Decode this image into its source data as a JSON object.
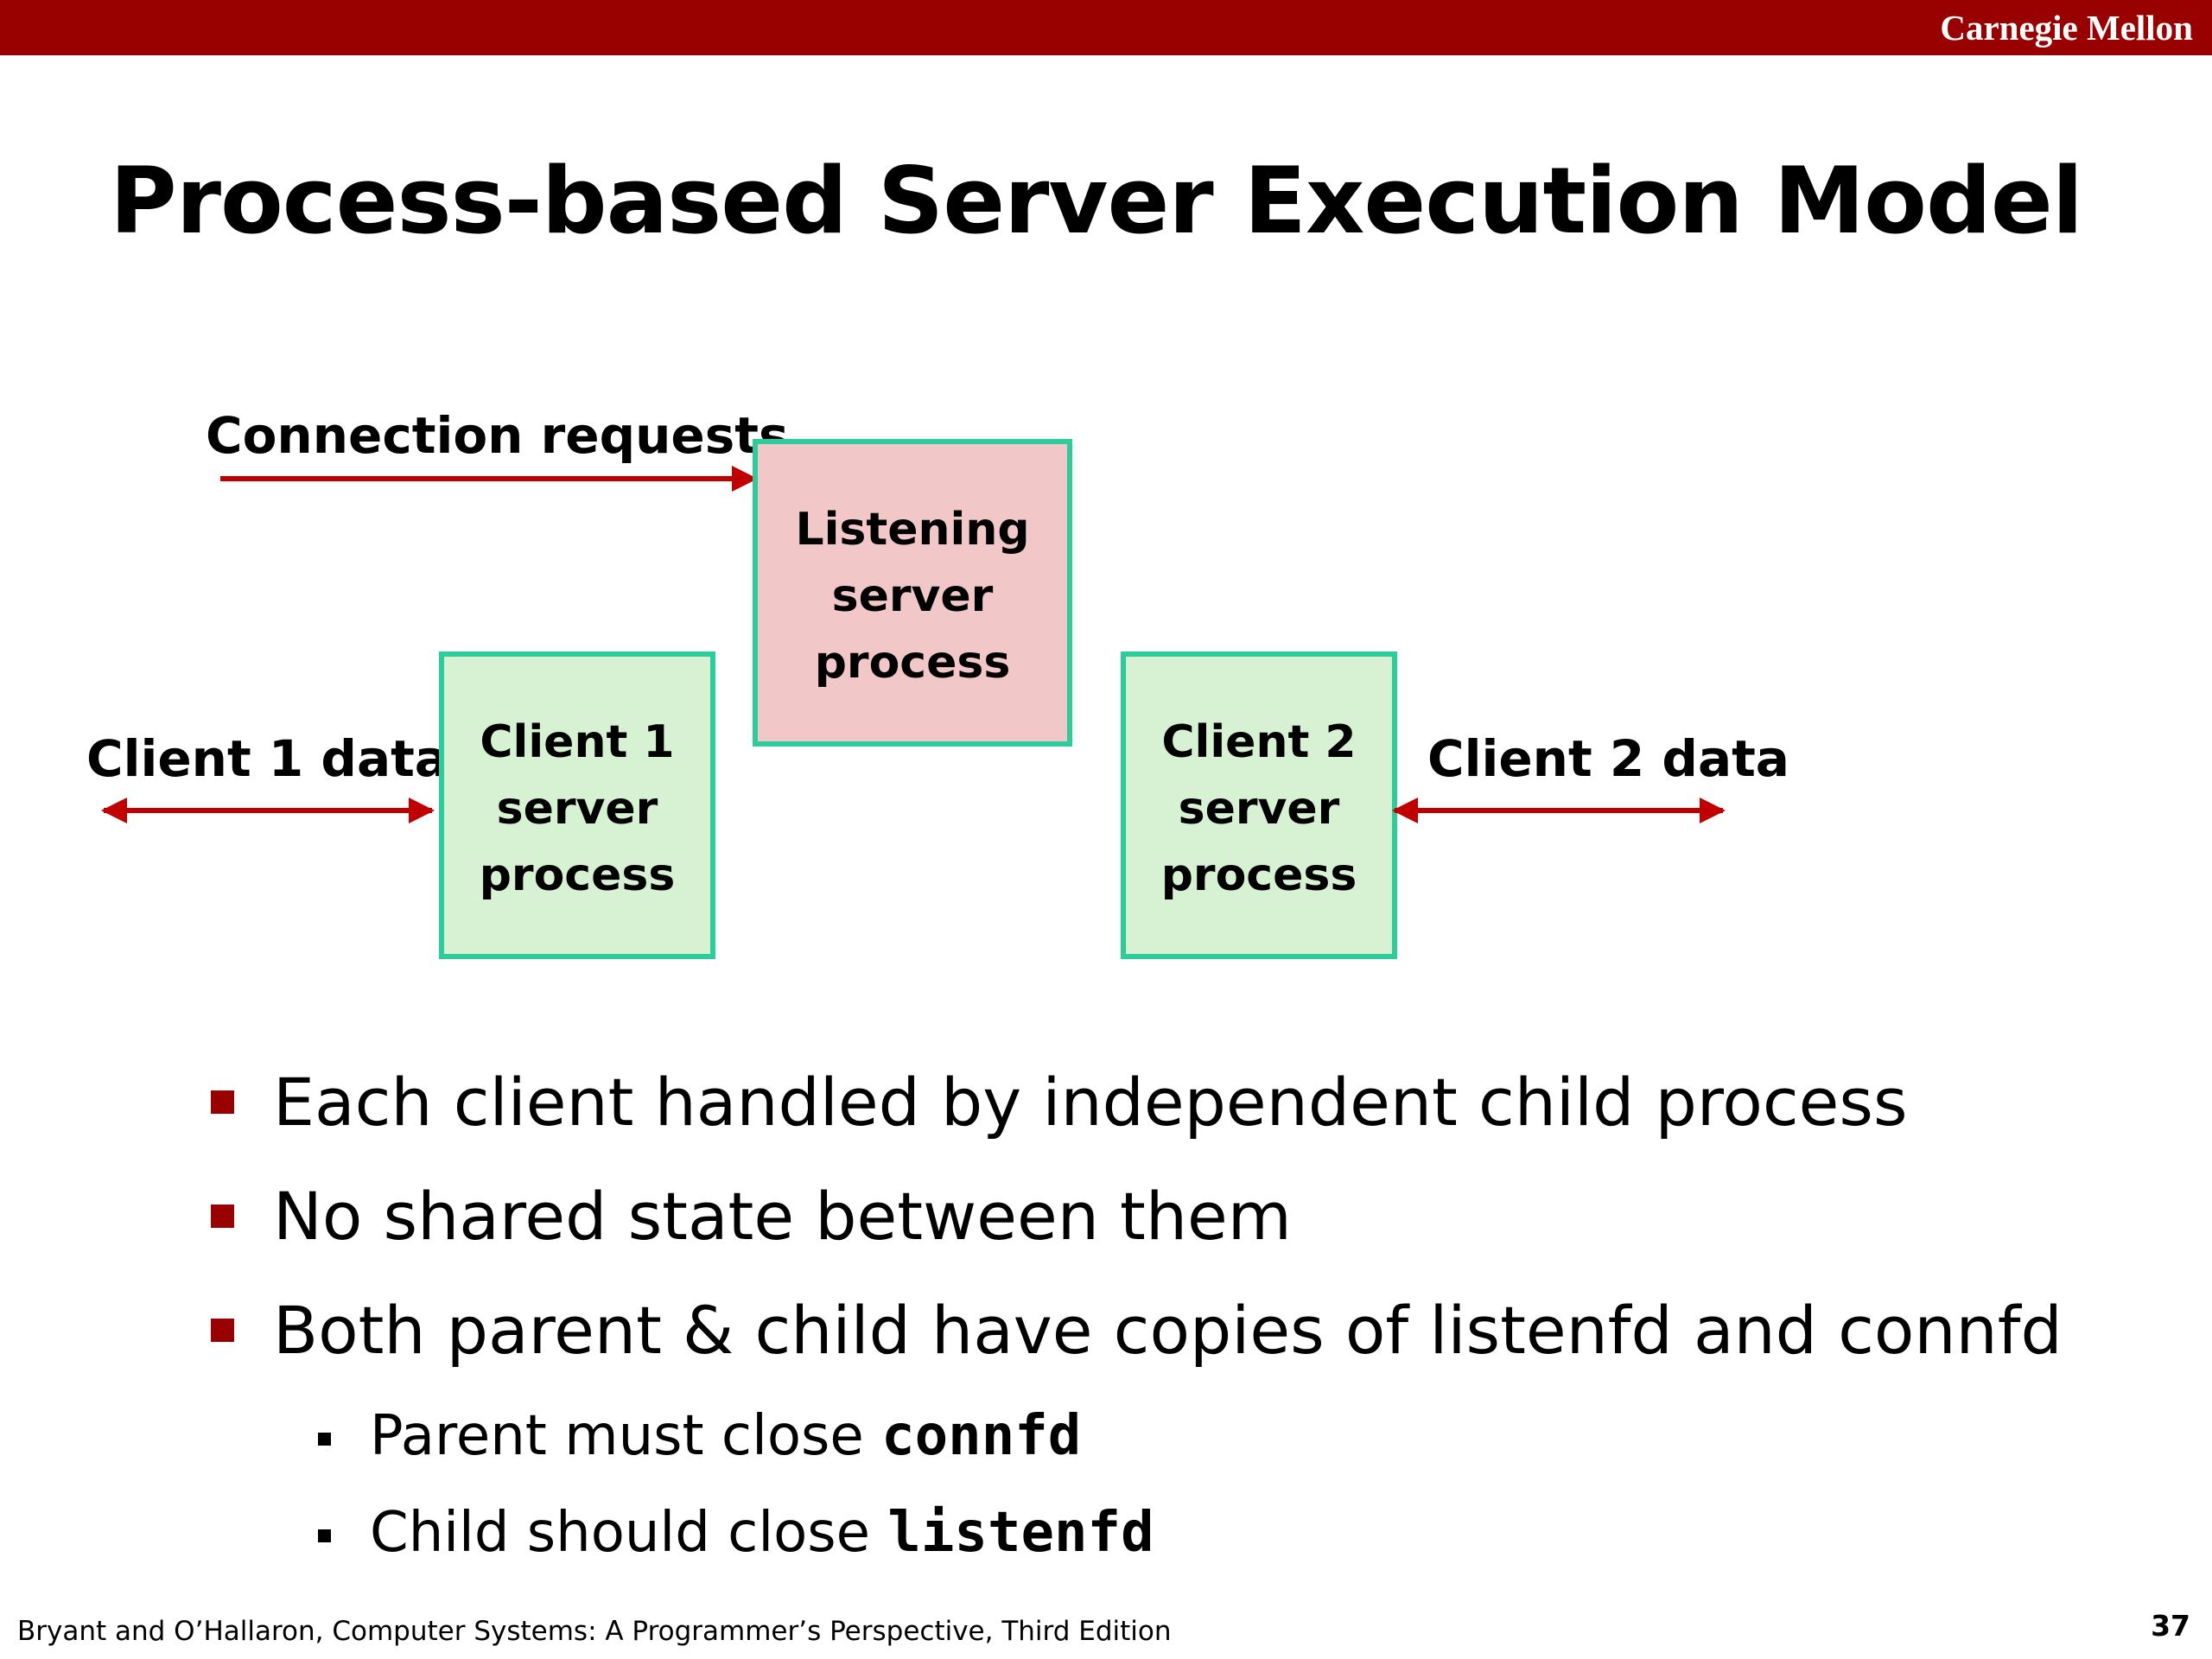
{
  "header": {
    "brand": "Carnegie Mellon"
  },
  "slide": {
    "title": "Process-based Server Execution Model"
  },
  "diagram": {
    "connection_label": "Connection requests",
    "listening_box": {
      "line1": "Listening",
      "line2": "server",
      "line3": "process"
    },
    "client1_box": {
      "line1": "Client 1",
      "line2": "server",
      "line3": "process"
    },
    "client2_box": {
      "line1": "Client 2",
      "line2": "server",
      "line3": "process"
    },
    "client1_label": "Client 1 data",
    "client2_label": "Client 2 data",
    "colors": {
      "arrow": "#c00000",
      "box_border": "#2ecc9a",
      "listening_fill": "#f2c7c7",
      "client_fill": "#d6f2d3"
    }
  },
  "bullets": [
    {
      "text": "Each client handled by independent child process"
    },
    {
      "text": "No shared state between them"
    },
    {
      "text": "Both parent & child have copies of listenfd and connfd"
    }
  ],
  "sub_bullets": [
    {
      "text": "Parent must close ",
      "code": "connfd"
    },
    {
      "text": "Child should close ",
      "code": "listenfd"
    }
  ],
  "footer": {
    "citation": "Bryant and O’Hallaron, Computer Systems: A Programmer’s Perspective, Third Edition",
    "page_number": "37"
  },
  "theme": {
    "accent": "#990000"
  }
}
